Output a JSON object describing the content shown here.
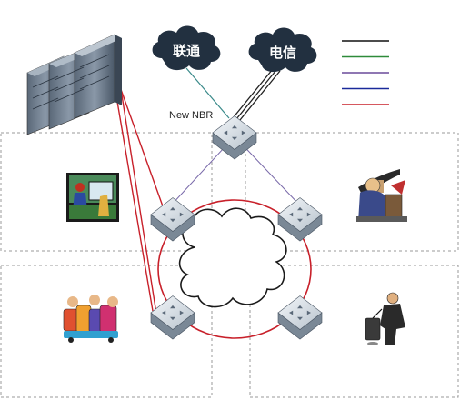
{
  "clouds": {
    "unicom": "联通",
    "telecom": "电信"
  },
  "router": {
    "label": "New NBR"
  },
  "legend": {
    "lines": [
      {
        "color": "#111111"
      },
      {
        "color": "#2e8b3a"
      },
      {
        "color": "#6a4a9a"
      },
      {
        "color": "#1a2a9a"
      },
      {
        "color": "#c8202a"
      }
    ]
  },
  "colors": {
    "ring": "#c8202a",
    "uplink_unicom": "#3a8a8a",
    "uplink_telecom": "#222222",
    "purple_link": "#7a6aaa",
    "dashed_border": "#9a9a9a"
  },
  "icons": {
    "servers": "server-rack-icon",
    "soccer": "soccer-billboard-icon",
    "business": "businessman-desk-icon",
    "travelers": "travelers-luggage-icon",
    "walker": "businessman-walking-icon"
  }
}
